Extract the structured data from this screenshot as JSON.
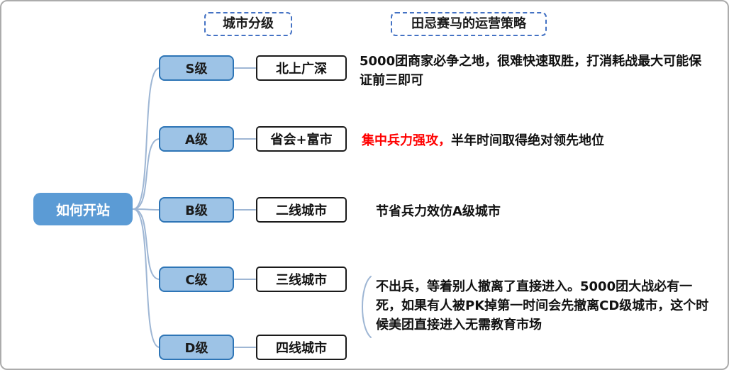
{
  "root": {
    "label": "如何开站"
  },
  "headers": {
    "left": "城市分级",
    "right": "田忌赛马的运营策略"
  },
  "rows": [
    {
      "tier": "S级",
      "city": "北上广深",
      "note": "5000团商家必争之地，很难快速取胜，打消耗战最大可能保证前三即可"
    },
    {
      "tier": "A级",
      "city": "省会+富市",
      "note_red": "集中兵力强攻，",
      "note": "半年时间取得绝对领先地位"
    },
    {
      "tier": "B级",
      "city": "二线城市",
      "note": "节省兵力效仿A级城市"
    },
    {
      "tier": "C级",
      "city": "三线城市"
    },
    {
      "tier": "D级",
      "city": "四线城市"
    }
  ],
  "shared_note": "不出兵，等着别人撤离了直接进入。5000团大战必有一死，如果有人被PK掉第一时间会先撤离CD级城市，这个时候美团直接进入无需教育市场",
  "colors": {
    "root_fill": "#5B9BD5",
    "tier_fill": "#9DC3E6",
    "tier_border": "#2E75B6",
    "header_border": "#4472C4",
    "connector": "#9EB6D4",
    "note_red": "#FF0000"
  }
}
